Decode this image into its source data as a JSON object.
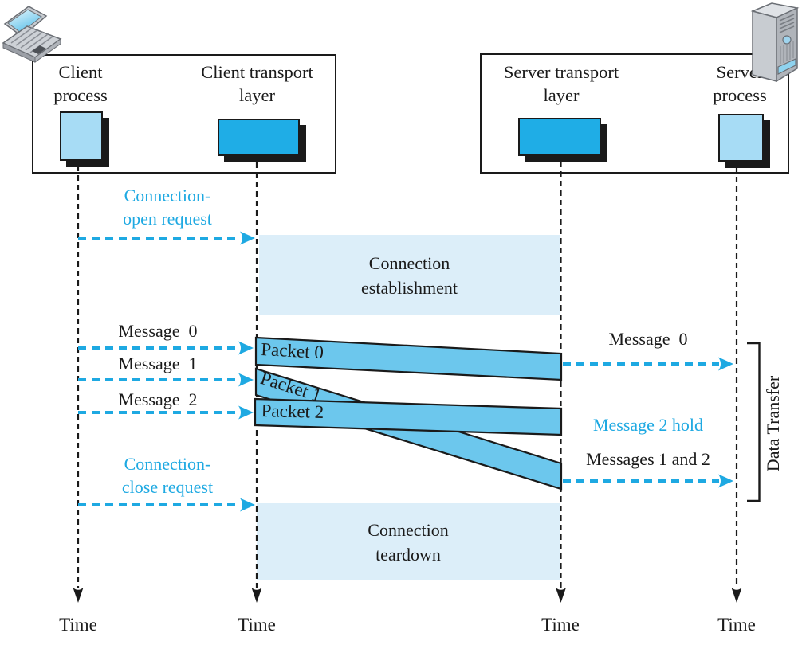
{
  "colors": {
    "accent": "#1ea9e2",
    "transport_fill": "#1fade6",
    "process_fill": "#a7dcf5",
    "packet_fill": "#6cc7ed",
    "region_fill": "#dceef9",
    "outline": "#1a1a1a"
  },
  "icons": {
    "client_device": "laptop-icon",
    "server_device": "server-tower-icon"
  },
  "client_box": {
    "process": [
      "Client",
      "process"
    ],
    "transport": [
      "Client transport",
      "layer"
    ]
  },
  "server_box": {
    "transport": [
      "Server transport",
      "layer"
    ],
    "process": [
      "Server",
      "process"
    ]
  },
  "left_events": {
    "open_request": [
      "Connection-",
      "open request"
    ],
    "messages": [
      "Message  0",
      "Message  1",
      "Message  2"
    ],
    "close_request": [
      "Connection-",
      "close request"
    ]
  },
  "regions": {
    "establishment": [
      "Connection",
      "establishment"
    ],
    "teardown": [
      "Connection",
      "teardown"
    ]
  },
  "packets": [
    "Packet 0",
    "Packet 1",
    "Packet 2"
  ],
  "right_events": {
    "message0": "Message  0",
    "message2_hold": "Message 2 hold",
    "messages_1_2": "Messages 1 and 2",
    "data_transfer": "Data Transfer"
  },
  "time_labels": [
    "Time",
    "Time",
    "Time",
    "Time"
  ]
}
